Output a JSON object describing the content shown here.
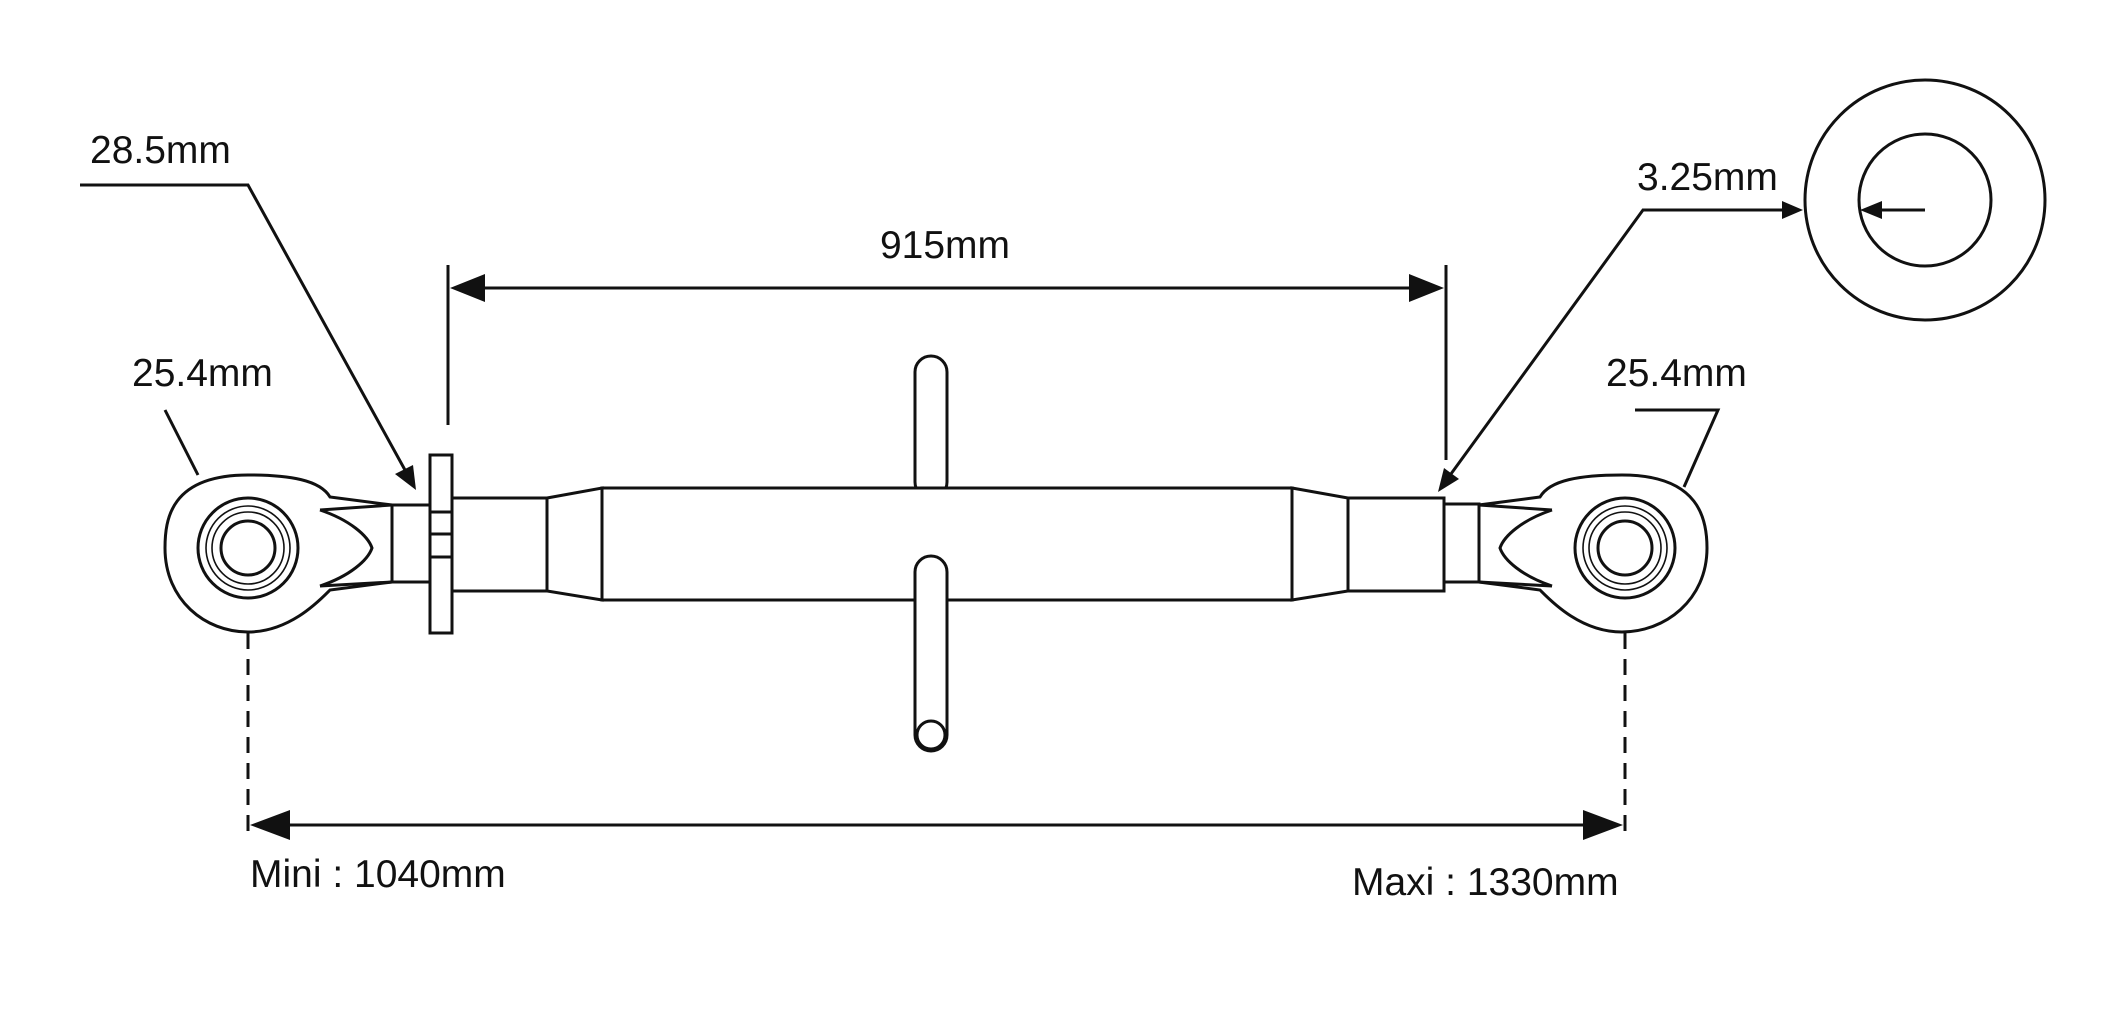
{
  "labels": {
    "top_link_pin_left": "28.5mm",
    "length_body": "915mm",
    "eye_left": "25.4mm",
    "eye_right": "25.4mm",
    "washer_hole": "3.25mm",
    "min_length": "Mini : 1040mm",
    "max_length": "Maxi : 1330mm"
  },
  "colors": {
    "ink": "#111111",
    "background": "#ffffff"
  }
}
